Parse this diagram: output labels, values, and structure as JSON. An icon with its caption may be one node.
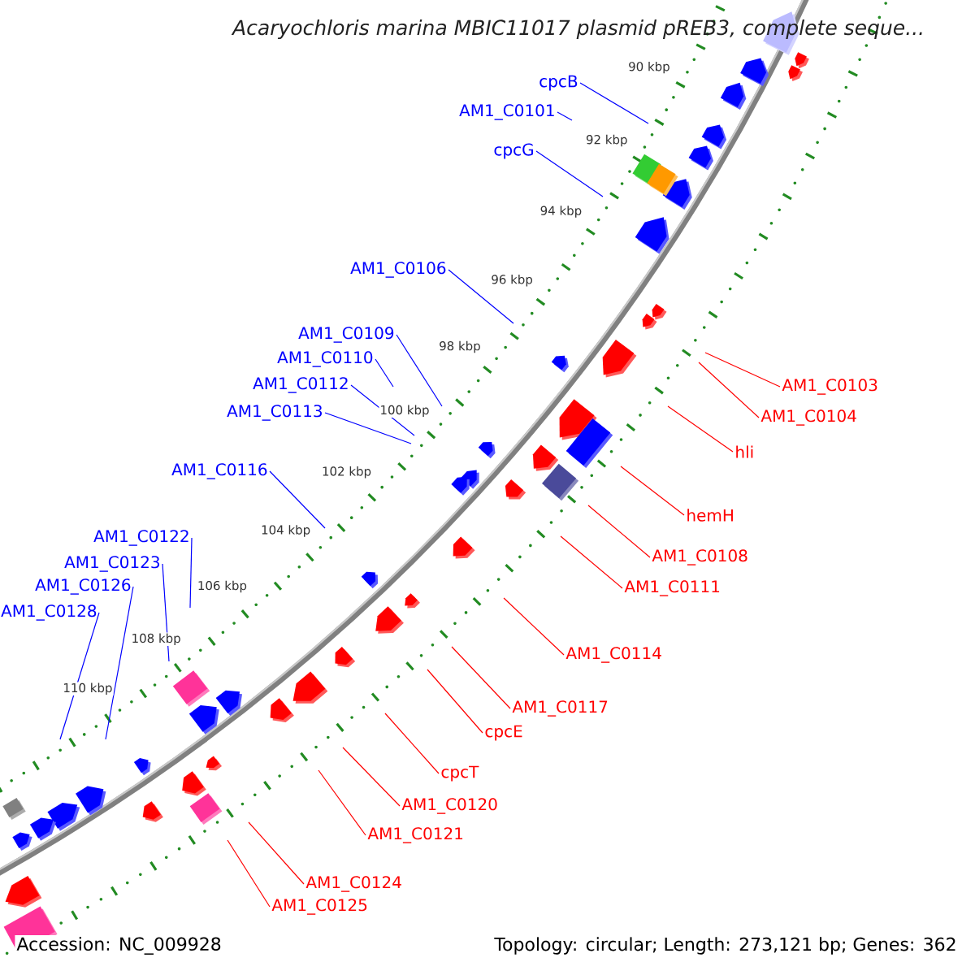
{
  "diagram": {
    "title": "Acaryochloris marina MBIC11017 plasmid pREB3, complete seque...",
    "nodes": [
      {
        "text": [
          "cpcB"
        ]
      },
      {
        "text": [
          "AM1_C0101"
        ]
      },
      {
        "text": [
          "cpcG"
        ]
      },
      {
        "text": [
          "AM1_C0106"
        ]
      },
      {
        "text": [
          "AM1_C0109"
        ]
      },
      {
        "text": [
          "AM1_C0110"
        ]
      },
      {
        "text": [
          "AM1_C0112"
        ]
      },
      {
        "text": [
          "AM1_C0103"
        ]
      },
      {
        "text": [
          "AM1_C0113"
        ]
      },
      {
        "text": [
          "AM1_C0104"
        ]
      },
      {
        "text": [
          "hli"
        ]
      },
      {
        "text": [
          "AM1_C0116"
        ]
      },
      {
        "text": [
          "hemH"
        ]
      },
      {
        "text": [
          "AM1_C0122"
        ]
      },
      {
        "text": [
          "AM1_C0108"
        ]
      },
      {
        "text": [
          "AM1_C0123"
        ]
      },
      {
        "text": [
          "AM1_C0126"
        ]
      },
      {
        "text": [
          "AM1_C0111"
        ]
      },
      {
        "text": [
          "AM1_C0128"
        ]
      },
      {
        "text": [
          "AM1_C0114"
        ]
      },
      {
        "text": [
          "AM1_C0117"
        ]
      },
      {
        "text": [
          "cpcE"
        ]
      },
      {
        "text": [
          "cpcT"
        ]
      },
      {
        "text": [
          "AM1_C0120"
        ]
      },
      {
        "text": [
          "AM1_C0121"
        ]
      },
      {
        "text": [
          "AM1_C0124"
        ]
      },
      {
        "text": [
          "AM1_C0125"
        ]
      }
    ],
    "edges": [
      {
        "from": 0,
        "to": null,
        "arrow": "none",
        "color": "#0000ff"
      },
      {
        "from": 1,
        "to": null,
        "arrow": "none",
        "color": "#0000ff"
      },
      {
        "from": 2,
        "to": null,
        "arrow": "none",
        "color": "#0000ff"
      },
      {
        "from": 3,
        "to": null,
        "arrow": "none",
        "color": "#0000ff"
      },
      {
        "from": 4,
        "to": null,
        "arrow": "none",
        "color": "#0000ff"
      },
      {
        "from": 5,
        "to": null,
        "arrow": "none",
        "color": "#0000ff"
      },
      {
        "from": 6,
        "to": null,
        "arrow": "none",
        "color": "#0000ff"
      },
      {
        "from": 7,
        "to": null,
        "arrow": "none"
      },
      {
        "from": 8,
        "to": null,
        "arrow": "none",
        "color": "#0000ff"
      },
      {
        "from": 9,
        "to": null,
        "arrow": "none"
      },
      {
        "from": 10,
        "to": null,
        "arrow": "none"
      },
      {
        "from": 11,
        "to": null,
        "arrow": "none",
        "color": "#0000ff"
      },
      {
        "from": 12,
        "to": null,
        "arrow": "none"
      },
      {
        "from": 13,
        "to": null,
        "arrow": "none",
        "color": "#0000ff"
      },
      {
        "from": 14,
        "to": null,
        "arrow": "none"
      },
      {
        "from": 15,
        "to": null,
        "arrow": "none",
        "color": "#0000ff"
      },
      {
        "from": 16,
        "to": null,
        "arrow": "none",
        "color": "#0000ff"
      },
      {
        "from": 17,
        "to": null,
        "arrow": "none"
      },
      {
        "from": 18,
        "to": null,
        "arrow": "none",
        "color": "#0000ff"
      },
      {
        "from": 19,
        "to": null,
        "arrow": "none"
      },
      {
        "from": 20,
        "to": null,
        "arrow": "none"
      },
      {
        "from": 21,
        "to": null,
        "arrow": "none"
      },
      {
        "from": 22,
        "to": null,
        "arrow": "none"
      },
      {
        "from": 23,
        "to": null,
        "arrow": "none"
      },
      {
        "from": 24,
        "to": null,
        "arrow": "none"
      },
      {
        "from": 25,
        "to": null,
        "arrow": "none"
      },
      {
        "from": 26,
        "to": null,
        "arrow": "none"
      }
    ],
    "labels": [
      "90 kbp",
      "92 kbp",
      "94 kbp",
      "96 kbp",
      "98 kbp",
      "100 kbp",
      "102 kbp",
      "104 kbp",
      "106 kbp",
      "108 kbp",
      "110 kbp",
      "Accession: NC_009928",
      "Topology: circular; Length: 273,121 bp; Genes: 362"
    ]
  }
}
